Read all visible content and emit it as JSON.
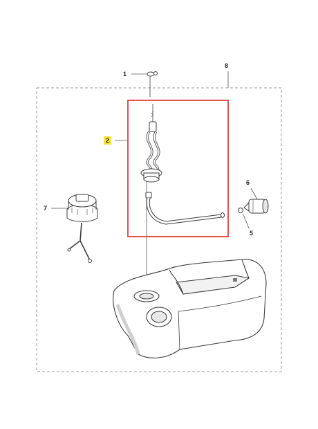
{
  "callouts": [
    {
      "id": "part-1",
      "label": "1"
    },
    {
      "id": "part-2",
      "label": "2",
      "highlighted": true
    },
    {
      "id": "part-5",
      "label": "5"
    },
    {
      "id": "part-6",
      "label": "6"
    },
    {
      "id": "part-7",
      "label": "7"
    },
    {
      "id": "part-8",
      "label": "8"
    }
  ],
  "colors": {
    "highlight_box": "#e0403a",
    "highlight_tag": "#f4e23a",
    "dashed_frame": "#9a9a9a",
    "line_art": "#3a3a3a",
    "shadow": "#cfcfcf"
  }
}
